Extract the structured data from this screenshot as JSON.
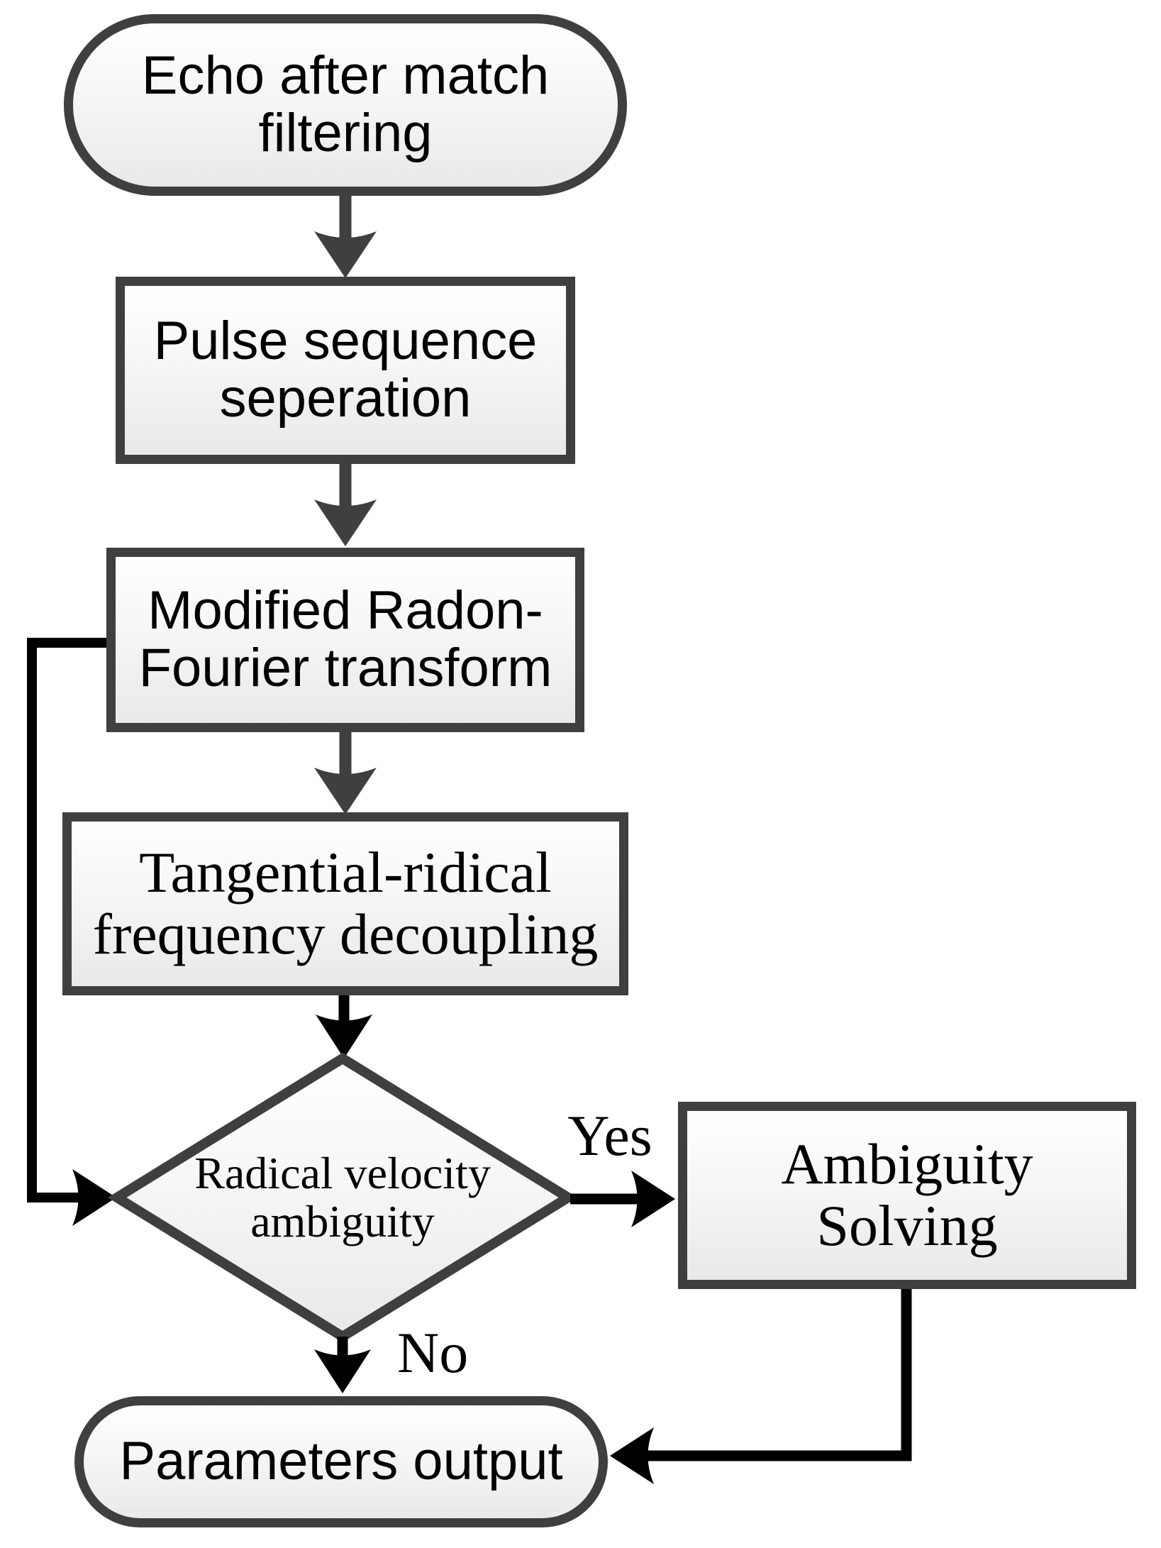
{
  "flowchart": {
    "nodes": {
      "echo": {
        "line1": "Echo after match",
        "line2": "filtering"
      },
      "pulse": {
        "line1": "Pulse sequence",
        "line2": "seperation"
      },
      "mrft": {
        "line1": "Modified Radon-",
        "line2": "Fourier transform"
      },
      "tangential": {
        "line1": "Tangential-ridical",
        "line2": "frequency decoupling"
      },
      "decision": {
        "line1": "Radical velocity",
        "line2": "ambiguity"
      },
      "ambiguity": {
        "line1": "Ambiguity",
        "line2": "Solving"
      },
      "output": {
        "line1": "Parameters output"
      }
    },
    "edge_labels": {
      "yes": "Yes",
      "no": "No"
    },
    "colors": {
      "shape_border": "#3f3f3f",
      "connector_gray": "#3f3f3f",
      "connector_black": "#000000",
      "fill_top": "#ffffff",
      "fill_bottom": "#e9e9e9",
      "text": "#000000"
    }
  }
}
